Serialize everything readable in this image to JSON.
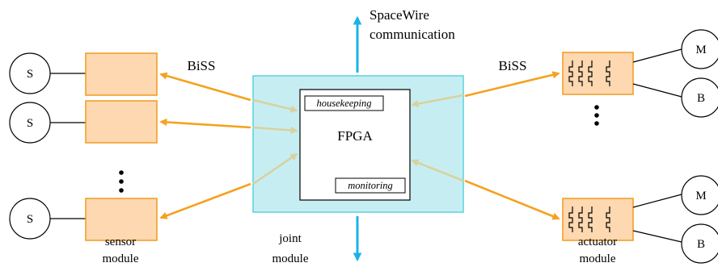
{
  "labels": {
    "spacewire_line1": "SpaceWire",
    "spacewire_line2": "communication",
    "biss_left": "BiSS",
    "biss_right": "BiSS",
    "fpga": "FPGA",
    "housekeeping": "housekeeping",
    "monitoring": "monitoring",
    "sensor_line1": "sensor",
    "sensor_line2": "module",
    "joint_line1": "joint",
    "joint_line2": "module",
    "actuator_line1": "actuator",
    "actuator_line2": "module"
  },
  "sensors": [
    "S",
    "S",
    "S"
  ],
  "motors": [
    {
      "m": "M",
      "b": "B"
    },
    {
      "m": "M",
      "b": "B"
    }
  ],
  "colors": {
    "module_fill": "#fdd8b0",
    "module_stroke": "#f29a1e",
    "joint_fill": "#c6eef2",
    "joint_stroke": "#5ad2de",
    "orange_arrow": "#f5a21f",
    "spacewire_arrow": "#1ab3e8",
    "internal_arrow": "#d8d2a0"
  }
}
